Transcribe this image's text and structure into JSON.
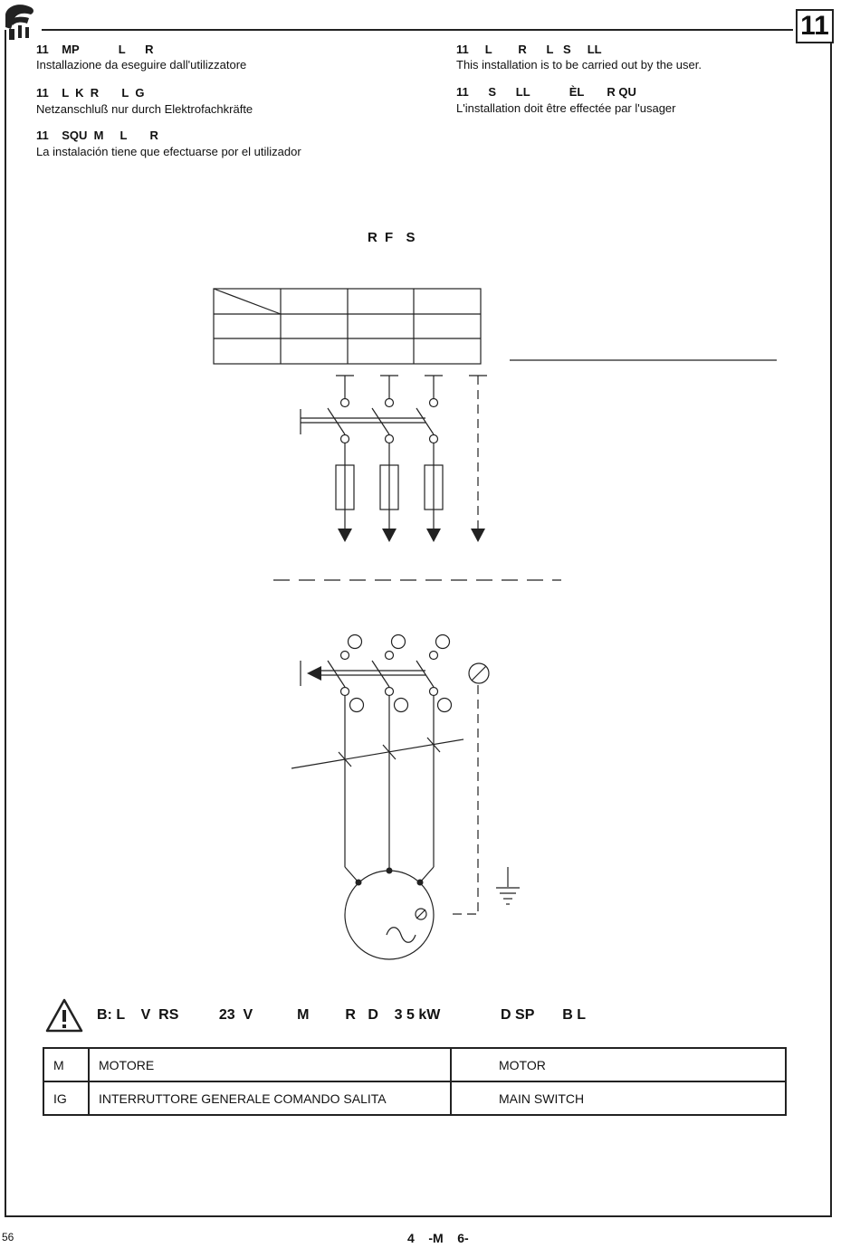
{
  "chapter": "11",
  "sections": [
    {
      "heading": "11    MP            L      R",
      "text": "Installazione da eseguire dall'utilizzatore"
    },
    {
      "heading": "11    L  K  R       L  G",
      "text": "Netzanschluß nur durch Elektrofachkräfte"
    },
    {
      "heading": "11    SQU  M     L       R",
      "text": "La instalación tiene que efectuarse por el utilizador"
    },
    {
      "heading": "11     L        R      L   S     LL",
      "text": "This installation is to be carried out by the user."
    },
    {
      "heading": "11      S      LL            ÈL       R QU",
      "text": "L'installation doit être effectée par l'usager"
    }
  ],
  "diagram_title": "R F  S",
  "warning_text": "B: L    V  RS          23  V           M         R   D    3 5 kW               D SP       B L",
  "legend": [
    {
      "code": "M",
      "it": "MOTORE",
      "en": "MOTOR"
    },
    {
      "code": "IG",
      "it": "INTERRUTTORE GENERALE COMANDO SALITA",
      "en": "MAIN SWITCH"
    }
  ],
  "page_number": "56",
  "footer": "4    -M    6-",
  "icons": [
    "company-logo-icon",
    "warning-triangle-icon",
    "ground-icon"
  ]
}
